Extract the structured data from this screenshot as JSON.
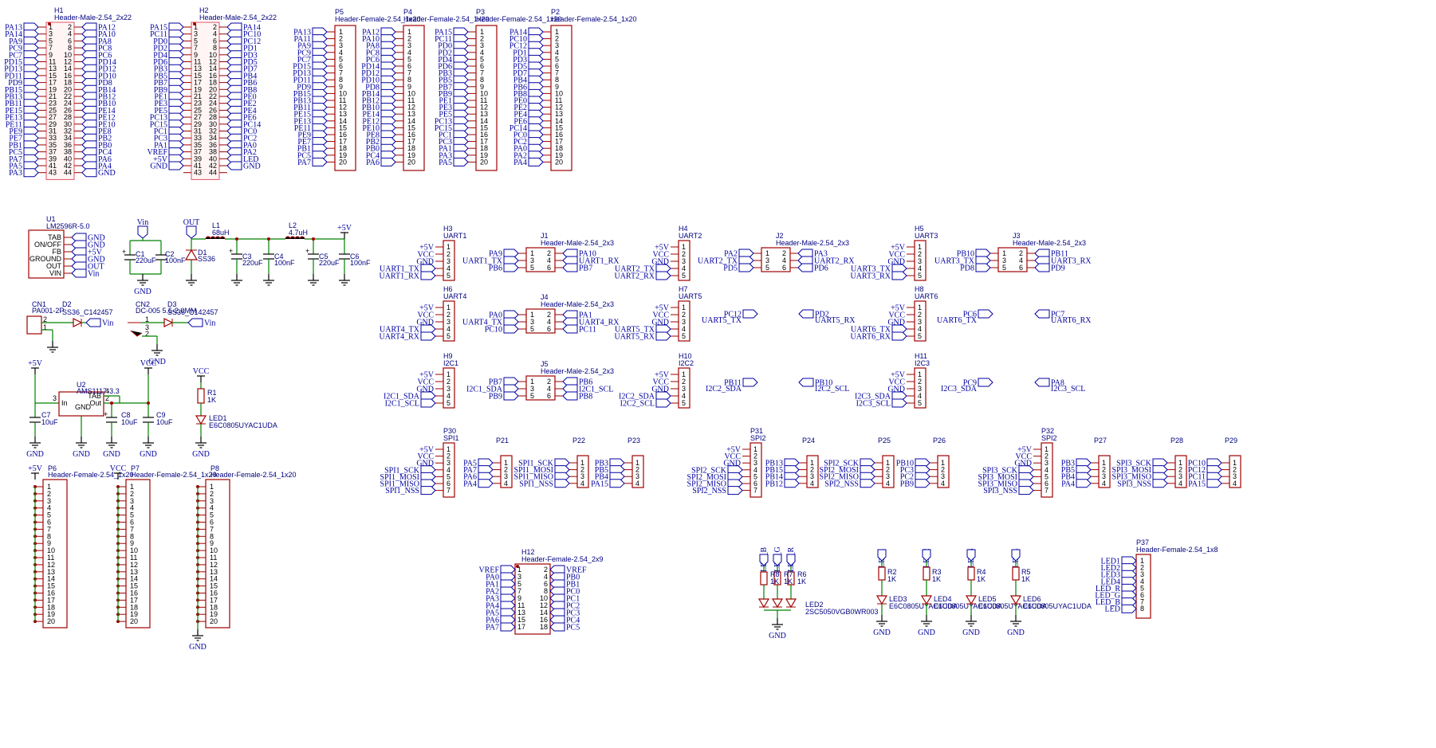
{
  "headers_top": [
    {
      "ref": "H1",
      "value": "Header-Male-2.54_2x22",
      "left": [
        "PA13",
        "PA14",
        "PA9",
        "PC9",
        "PC7",
        "PD15",
        "PD13",
        "PD11",
        "PD9",
        "PB15",
        "PB13",
        "PB11",
        "PE15",
        "PE13",
        "PE11",
        "PE9",
        "PE7",
        "PB1",
        "PC5",
        "PA7",
        "PA5",
        "PA3"
      ],
      "right": [
        "PA12",
        "PA10",
        "PA8",
        "PC8",
        "PC6",
        "PD14",
        "PD12",
        "PD10",
        "PD8",
        "PB14",
        "PB12",
        "PB10",
        "PE14",
        "PE12",
        "PE10",
        "PE8",
        "PB2",
        "PB0",
        "PC4",
        "PA6",
        "PA4",
        "GND"
      ]
    },
    {
      "ref": "H2",
      "value": "Header-Male-2.54_2x22",
      "left": [
        "PA15",
        "PC11",
        "PD0",
        "PD2",
        "PD4",
        "PD6",
        "PB3",
        "PB5",
        "PB7",
        "PB9",
        "PE1",
        "PE3",
        "PE5",
        "PC13",
        "PC15",
        "PC1",
        "PC3",
        "PA1",
        "VREF",
        "+5V",
        "GND"
      ],
      "right": [
        "PA14",
        "PC10",
        "PC12",
        "PD1",
        "PD3",
        "PD5",
        "PD7",
        "PB4",
        "PB6",
        "PB8",
        "PE0",
        "PE2",
        "PE4",
        "PE6",
        "PC14",
        "PC0",
        "PC2",
        "PA0",
        "PA2",
        "LED",
        "GND"
      ]
    }
  ],
  "female20": [
    {
      "ref": "P5",
      "value": "Header-Female-2.54_1x20",
      "pins": [
        "PA13",
        "PA11",
        "PA9",
        "PC9",
        "PC7",
        "PD15",
        "PD13",
        "PD11",
        "PD9",
        "PB15",
        "PB13",
        "PB11",
        "PE15",
        "PE13",
        "PE11",
        "PE9",
        "PE7",
        "PB1",
        "PC5",
        "PA7"
      ]
    },
    {
      "ref": "P4",
      "value": "Header-Female-2.54_1x20",
      "pins": [
        "PA12",
        "PA10",
        "PA8",
        "PC8",
        "PC6",
        "PD14",
        "PD12",
        "PD10",
        "PD8",
        "PB14",
        "PB12",
        "PB10",
        "PE14",
        "PE12",
        "PE10",
        "PE8",
        "PB2",
        "PB0",
        "PC4",
        "PA6"
      ]
    },
    {
      "ref": "P3",
      "value": "Header-Female-2.54_1x20",
      "pins": [
        "PA15",
        "PC11",
        "PD0",
        "PD2",
        "PD4",
        "PD6",
        "PB3",
        "PB5",
        "PB7",
        "PB9",
        "PE1",
        "PE3",
        "PE5",
        "PC13",
        "PC15",
        "PC1",
        "PC3",
        "PA1",
        "PA3",
        "PA5"
      ]
    },
    {
      "ref": "P2",
      "value": "Header-Female-2.54_1x20",
      "pins": [
        "PA14",
        "PC10",
        "PC12",
        "PD1",
        "PD3",
        "PD5",
        "PD7",
        "PB4",
        "PB6",
        "PB8",
        "PE0",
        "PE2",
        "PE4",
        "PE6",
        "PC14",
        "PC0",
        "PC2",
        "PA0",
        "PA2",
        "PA4"
      ]
    }
  ],
  "power": {
    "u1_ref": "U1",
    "u1_value": "LM2596R-5.0",
    "u1_pins": [
      "TAB",
      "ON/OFF",
      "FB",
      "GROUND",
      "OUT",
      "VIN"
    ],
    "u1_nets": [
      "GND",
      "GND",
      "+5V",
      "GND",
      "OUT",
      "Vin"
    ],
    "parts": [
      {
        "ref": "C1",
        "value": "220uF"
      },
      {
        "ref": "C2",
        "value": "100nF"
      },
      {
        "ref": "D1",
        "value": "SS36"
      },
      {
        "ref": "L1",
        "value": "68uH"
      },
      {
        "ref": "C3",
        "value": "220uF"
      },
      {
        "ref": "C4",
        "value": "100nF"
      },
      {
        "ref": "L2",
        "value": "4.7uH"
      },
      {
        "ref": "C5",
        "value": "220uF"
      },
      {
        "ref": "C6",
        "value": "100nF"
      }
    ],
    "nets": {
      "vin": "Vin",
      "out": "OUT",
      "p5v": "+5V",
      "gnd": "GND",
      "vcc": "VCC"
    },
    "cn1": {
      "ref": "CN1",
      "value": "PA001-2P"
    },
    "d2": {
      "ref": "D2",
      "value": "SS36_C142457"
    },
    "cn2": {
      "ref": "CN2",
      "value": "DC-005 5.5-2.0MM"
    },
    "d3": {
      "ref": "D3",
      "value": "SS36_C142457"
    },
    "u2": {
      "ref": "U2",
      "value": "AMS1117-3.3",
      "in": "In",
      "tab": "TAB",
      "out": "Out",
      "gnd": "GND"
    },
    "c7": {
      "ref": "C7",
      "value": "10uF"
    },
    "c8": {
      "ref": "C8",
      "value": "10uF"
    },
    "c9": {
      "ref": "C9",
      "value": "10uF"
    },
    "r1": {
      "ref": "R1",
      "value": "1K"
    },
    "led1": {
      "ref": "LED1",
      "value": "E6C0805UYAC1UDA"
    }
  },
  "bottom_left": [
    {
      "ref": "P6",
      "value": "Header-Female-2.54_1x20",
      "net": "+5V"
    },
    {
      "ref": "P7",
      "value": "Header-Female-2.54_1x20",
      "net": "VCC"
    },
    {
      "ref": "P8",
      "value": "Header-Female-2.54_1x20",
      "net": "GND"
    }
  ],
  "uarts": [
    {
      "h": "H3",
      "name": "UART1",
      "j": "J1",
      "jval": "Header-Male-2.54_2x3",
      "tx": "UART1_TX",
      "rx": "UART1_RX",
      "jl": [
        "PA9",
        "UART1_TX",
        "PB6"
      ],
      "jr": [
        "PA10",
        "UART1_RX",
        "PB7"
      ]
    },
    {
      "h": "H4",
      "name": "UART2",
      "j": "J2",
      "jval": "Header-Male-2.54_2x3",
      "tx": "UART2_TX",
      "rx": "UART2_RX",
      "jl": [
        "PA2",
        "UART2_TX",
        "PD5"
      ],
      "jr": [
        "PA3",
        "UART2_RX",
        "PD6"
      ]
    },
    {
      "h": "H5",
      "name": "UART3",
      "j": "J3",
      "jval": "Header-Male-2.54_2x3",
      "tx": "UART3_TX",
      "rx": "UART3_RX",
      "jl": [
        "PB10",
        "UART3_TX",
        "PD8"
      ],
      "jr": [
        "PB11",
        "UART3_RX",
        "PD9"
      ]
    },
    {
      "h": "H6",
      "name": "UART4",
      "j": "J4",
      "jval": "Header-Male-2.54_2x3",
      "tx": "UART4_TX",
      "rx": "UART4_RX",
      "jl": [
        "PA0",
        "UART4_TX",
        "PC10"
      ],
      "jr": [
        "PA1",
        "UART4_RX",
        "PC11"
      ]
    },
    {
      "h": "H7",
      "name": "UART5",
      "tx": "UART5_TX",
      "rx": "UART5_RX",
      "a": "PC12",
      "b": "PD2"
    },
    {
      "h": "H8",
      "name": "UART6",
      "tx": "UART6_TX",
      "rx": "UART6_RX",
      "a": "PC6",
      "b": "PC7"
    },
    {
      "h": "H9",
      "name": "I2C1",
      "j": "J5",
      "jval": "Header-Male-2.54_2x3",
      "tx": "I2C1_SDA",
      "rx": "I2C1_SCL",
      "jl": [
        "PB7",
        "I2C1_SDA",
        "PB9"
      ],
      "jr": [
        "PB6",
        "I2C1_SCL",
        "PB8"
      ]
    },
    {
      "h": "H10",
      "name": "I2C2",
      "tx": "I2C2_SDA",
      "rx": "I2C2_SCL",
      "a": "PB11",
      "b": "PB10"
    },
    {
      "h": "H11",
      "name": "I2C3",
      "tx": "I2C3_SDA",
      "rx": "I2C3_SCL",
      "a": "PC9",
      "b": "PA8"
    }
  ],
  "spis": [
    {
      "ref": "P30",
      "name": "SPI1",
      "pre": "SPI1",
      "p1": "P21",
      "p1pins": [
        "PA5",
        "PA7",
        "PA6",
        "PA4"
      ],
      "p2": "P22",
      "p3": "P23",
      "p3pins": [
        "PB3",
        "PB5",
        "PB4",
        "PA15"
      ]
    },
    {
      "ref": "P31",
      "name": "SPI2",
      "pre": "SPI2",
      "p1": "P24",
      "p1pins": [
        "PB13",
        "PB15",
        "PB14",
        "PB12"
      ],
      "p2": "P25",
      "p3": "P26",
      "p3pins": [
        "PB10",
        "PC3",
        "PC2",
        "PB9"
      ]
    },
    {
      "ref": "P32",
      "name": "SPI2",
      "pre": "SPI3",
      "p1": "P27",
      "p1pins": [
        "PB3",
        "PB5",
        "PB4",
        "PA4"
      ],
      "p2": "P28",
      "p3": "P29",
      "p3pins": [
        "PC10",
        "PC12",
        "PC11",
        "PA15"
      ]
    }
  ],
  "h12": {
    "ref": "H12",
    "value": "Header-Female-2.54_2x9",
    "left": [
      "VREF",
      "PA0",
      "PA1",
      "PA2",
      "PA3",
      "PA4",
      "PA5",
      "PA6",
      "PA7"
    ],
    "right": [
      "VREF",
      "PB0",
      "PB1",
      "PC0",
      "PC1",
      "PC2",
      "PC3",
      "PC4",
      "PC5"
    ]
  },
  "leds": {
    "rgb": {
      "nets": [
        "LED_B",
        "LED_G",
        "LED_R"
      ],
      "res": [
        "R8",
        "R7",
        "R6"
      ],
      "val": "1K",
      "ref": "LED2",
      "value": "2SC5050VGB0WR003"
    },
    "singles": [
      {
        "net": "LED1",
        "r": "R2",
        "led": "LED3"
      },
      {
        "net": "LED2",
        "r": "R3",
        "led": "LED4"
      },
      {
        "net": "LED3",
        "r": "R4",
        "led": "LED5"
      },
      {
        "net": "LED4",
        "r": "R5",
        "led": "LED6"
      }
    ],
    "single_value": "E6C0805UYAC1UDA",
    "p37": {
      "ref": "P37",
      "value": "Header-Female-2.54_1x8",
      "pins": [
        "LED1",
        "LED2",
        "LED3",
        "LED4",
        "LED_R",
        "LED_G",
        "LED_B",
        "LED"
      ]
    }
  }
}
